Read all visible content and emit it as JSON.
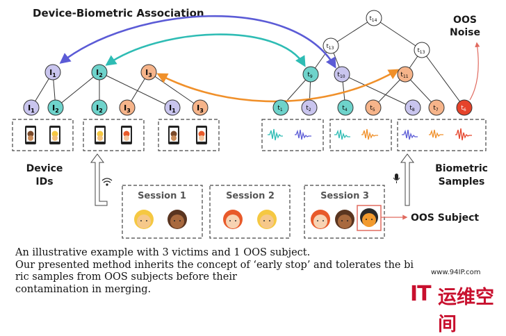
{
  "title": "Device-Biometric Association",
  "oos_noise_label": [
    "OOS",
    "Noise"
  ],
  "device_ids_label": [
    "Device",
    "IDs"
  ],
  "biometric_samples_label": [
    "Biometric",
    "Samples"
  ],
  "oos_subject_label": "OOS Subject",
  "sessions": [
    "Session 1",
    "Session 2",
    "Session 3"
  ],
  "identity_nodes": [
    {
      "base": "I",
      "sub": "1"
    },
    {
      "base": "I",
      "sub": "2"
    },
    {
      "base": "I",
      "sub": "3"
    }
  ],
  "device_leaves": [
    {
      "base": "I",
      "sub": "1"
    },
    {
      "base": "I",
      "sub": "2"
    },
    {
      "base": "I",
      "sub": "2"
    },
    {
      "base": "I",
      "sub": "3"
    },
    {
      "base": "I",
      "sub": "1"
    },
    {
      "base": "I",
      "sub": "3"
    }
  ],
  "tree_nodes": [
    {
      "base": "t",
      "sub": "14"
    },
    {
      "base": "t",
      "sub": "13"
    },
    {
      "base": "t",
      "sub": "13"
    },
    {
      "base": "t",
      "sub": "9"
    },
    {
      "base": "t",
      "sub": "10"
    },
    {
      "base": "t",
      "sub": "11"
    }
  ],
  "sample_leaves": [
    {
      "base": "t",
      "sub": "1"
    },
    {
      "base": "t",
      "sub": "2"
    },
    {
      "base": "t",
      "sub": "4"
    },
    {
      "base": "t",
      "sub": "5"
    },
    {
      "base": "t",
      "sub": "8"
    },
    {
      "base": "t",
      "sub": "7"
    },
    {
      "base": "t",
      "sub": "6"
    }
  ],
  "caption": [
    "An illustrative example with 3 victims and 1 OOS subject.",
    "Our presented method inherits the concept of ‘early stop’ and tolerates the bi",
    "ric samples from OOS subjects before their",
    "contamination in merging."
  ],
  "watermark_url": "www.94IP.com",
  "watermark_brand_latin": "IT",
  "watermark_brand_cn": "运维空间",
  "colors": {
    "identity1": "#c9c5ee",
    "identity2": "#6ed3cb",
    "identity3": "#f6b48a",
    "oos": "#e5432a",
    "arrow_blue": "#5b5bd6",
    "arrow_teal": "#2ebcb4",
    "arrow_orange": "#f0902a",
    "noise_arrow": "#e06a5f"
  }
}
